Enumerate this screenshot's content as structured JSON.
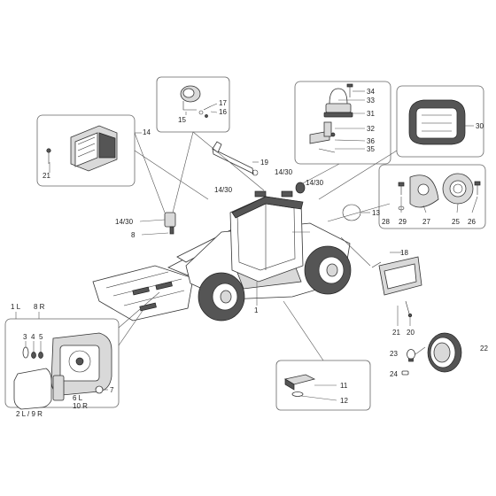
{
  "callouts": {
    "c1": "1",
    "c8": "8",
    "c13": "13",
    "c14": "14",
    "c14_30_a": "14/30",
    "c14_30_b": "14/30",
    "c14_30_c": "14/30",
    "c14_30_d": "14/30",
    "c15": "15",
    "c16": "16",
    "c17": "17",
    "c18": "18",
    "c19": "19",
    "c20": "20",
    "c21a": "21",
    "c21b": "21",
    "c22": "22",
    "c23": "23",
    "c24": "24",
    "c25": "25",
    "c26": "26",
    "c27": "27",
    "c28": "28",
    "c29": "29",
    "c30": "30",
    "c31": "31",
    "c32": "32",
    "c33": "33",
    "c34": "34",
    "c35": "35",
    "c36": "36",
    "c11": "11",
    "c12": "12",
    "c1L": "1 L",
    "c8R": "8 R",
    "c3": "3",
    "c4": "4",
    "c5": "5",
    "c7": "7",
    "c6L": "6 L",
    "c10R": "10 R",
    "c2L9R": "2 L / 9 R"
  }
}
